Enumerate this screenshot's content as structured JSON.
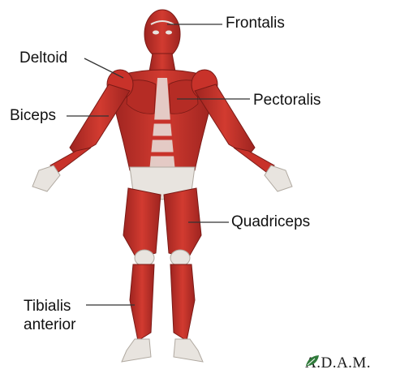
{
  "labels": {
    "frontalis": "Frontalis",
    "deltoid": "Deltoid",
    "pectoralis": "Pectoralis",
    "biceps": "Biceps",
    "quadriceps": "Quadriceps",
    "tibialis_line1": "Tibialis",
    "tibialis_line2": "anterior"
  },
  "brand": {
    "text": "A.D.A.M."
  },
  "colors": {
    "muscle": "#c8322a",
    "muscle_dark": "#9e2420",
    "tendon": "#e8e4df",
    "skin_line": "#7a1a16",
    "brand_leaf": "#2f7a3a"
  }
}
